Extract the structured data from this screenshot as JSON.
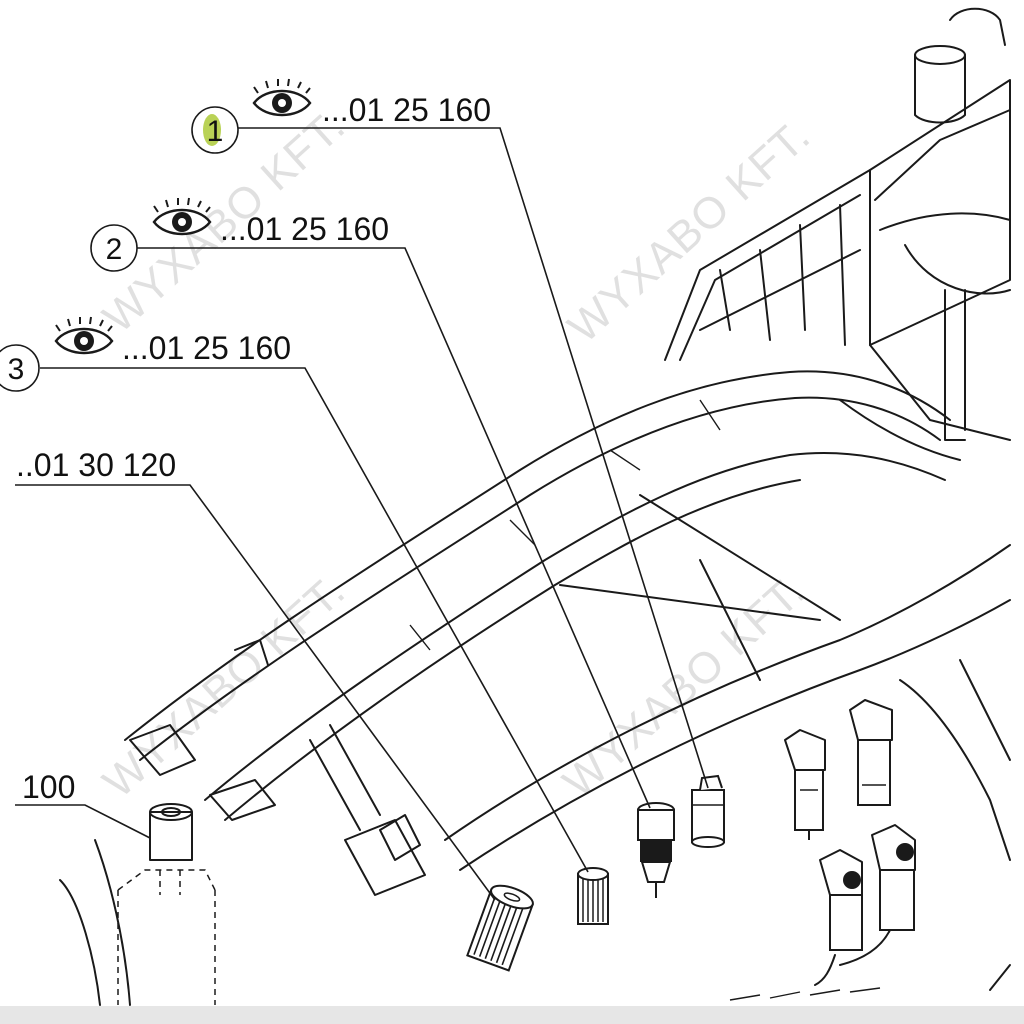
{
  "callouts": [
    {
      "number": "1",
      "reference": "...01 25 160",
      "highlighted": true,
      "has_view_icon": true
    },
    {
      "number": "2",
      "reference": "...01 25 160",
      "highlighted": false,
      "has_view_icon": true
    },
    {
      "number": "3",
      "reference": "...01 25 160",
      "highlighted": false,
      "has_view_icon": true
    },
    {
      "reference": "..01 30 120",
      "has_view_icon": false
    },
    {
      "reference": "100",
      "has_view_icon": false
    }
  ],
  "watermark": {
    "text": "WYXABO KFT."
  },
  "icons": {
    "view": "eye-icon"
  },
  "colors": {
    "highlight": "#b9d256",
    "ink": "#1a1a1a",
    "watermark": "#c8c8c8"
  }
}
